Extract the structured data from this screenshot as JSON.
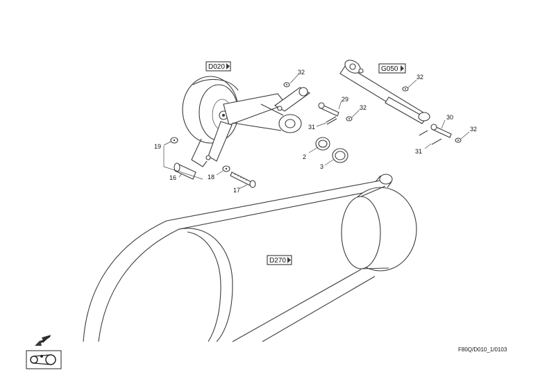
{
  "references": {
    "d020": "D020",
    "g050": "G050",
    "d270": "D270"
  },
  "part_numbers": {
    "p2": "2",
    "p3": "3",
    "p16": "16",
    "p17": "17",
    "p18": "18",
    "p19": "19",
    "p29": "29",
    "p30": "30",
    "p31a": "31",
    "p31b": "31",
    "p32a": "32",
    "p32b": "32",
    "p32c": "32",
    "p32d": "32"
  },
  "drawing_code": "F80Q/D010_1/0103",
  "icons": {
    "back_arrow": "back-arrow-icon",
    "belt_thumbnail": "belt-thumbnail-icon"
  }
}
